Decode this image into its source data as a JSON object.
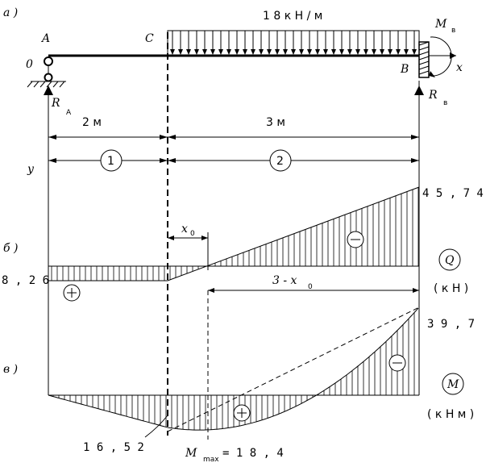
{
  "labels": {
    "panel_a": "а )",
    "panel_b": "б )",
    "panel_v": "в )",
    "origin": "0",
    "point_a": "A",
    "point_c": "C",
    "point_b": "B",
    "axis_x": "x",
    "axis_y": "y",
    "load": "1 8  к Н / м",
    "moment_m": "M",
    "moment_sub": "в",
    "reaction_ra": "R",
    "reaction_ra_sub": "А",
    "reaction_rb": "R",
    "reaction_rb_sub": "в",
    "span1": "2   м",
    "span2": "3   м",
    "section1": "1",
    "section2": "2",
    "x0": "x",
    "x0_sub": "0",
    "three_minus_x0": "3  -  x",
    "three_minus_x0_sub": "0",
    "q_left": "8 , 2 6",
    "q_right": "4 5 , 7 4",
    "q_symbol": "Q",
    "q_unit": "( к Н )",
    "m_right": "3 9 , 7",
    "m_point": "1 6 , 5 2",
    "m_max": "M",
    "m_max_sub": "max",
    "m_max_value": "=  1 8 , 4",
    "m_symbol": "M",
    "m_unit": "( к Н  м )",
    "plus": "+",
    "minus": "−"
  }
}
